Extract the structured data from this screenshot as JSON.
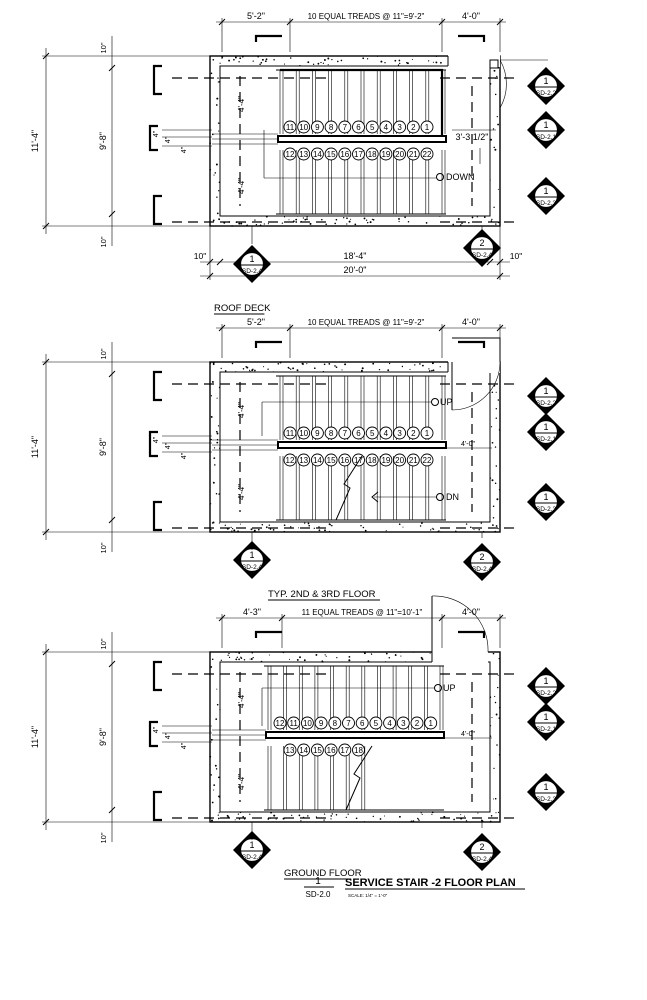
{
  "sheet": {
    "title_number": "1",
    "title_sheet": "SD-2.0",
    "title": "SERVICE STAIR -2 FLOOR PLAN",
    "scale": "SCALE: 1/4\" = 1'-0\""
  },
  "plans": [
    {
      "id": "roof",
      "label": "ROOF DECK",
      "dims": {
        "top_left": "5'-2\"",
        "top_mid": "10 EQUAL TREADS @ 11\"=9'-2\"",
        "top_right": "4'-0\"",
        "overall_h": "11'-4\"",
        "inner_h": "9'-8\"",
        "top_10": "10\"",
        "bot_10": "10\"",
        "run_up": "4'-4\"",
        "run_dn": "4'-4\"",
        "gap_a": "4\"",
        "gap_b": "4\"",
        "gap_c": "4\"",
        "bot_left": "10\"",
        "bot_mid": "18'-4\"",
        "bot_right": "10\"",
        "overall_w": "20'-0\"",
        "landing": "3'-3 1/2\""
      },
      "upper_steps": [
        "11",
        "10",
        "9",
        "8",
        "7",
        "6",
        "5",
        "4",
        "3",
        "2",
        "1"
      ],
      "lower_steps": [
        "12",
        "13",
        "14",
        "15",
        "16",
        "17",
        "18",
        "19",
        "20",
        "21",
        "22"
      ],
      "note": "DOWN",
      "tags": [
        {
          "num": "1",
          "ref": "SD-2.2"
        },
        {
          "num": "1",
          "ref": "SD-2.1"
        },
        {
          "num": "1",
          "ref": "SD-2.3"
        },
        {
          "num": "2",
          "ref": "SD-2.4"
        },
        {
          "num": "1",
          "ref": "SD-2.4"
        }
      ]
    },
    {
      "id": "typ",
      "label": "TYP. 2ND & 3RD FLOOR",
      "dims": {
        "top_left": "5'-2\"",
        "top_mid": "10 EQUAL TREADS @ 11\"=9'-2\"",
        "top_right": "4'-0\"",
        "overall_h": "11'-4\"",
        "inner_h": "9'-8\"",
        "top_10": "10\"",
        "bot_10": "10\"",
        "run_up": "4'-4\"",
        "run_dn": "4'-4\"",
        "gap_a": "4\"",
        "gap_b": "4\"",
        "gap_c": "4\"",
        "landing": "4'-0\""
      },
      "upper_steps": [
        "11",
        "10",
        "9",
        "8",
        "7",
        "6",
        "5",
        "4",
        "3",
        "2",
        "1"
      ],
      "lower_steps": [
        "12",
        "13",
        "14",
        "15",
        "16",
        "17",
        "18",
        "19",
        "20",
        "21",
        "22"
      ],
      "note_up": "UP",
      "note": "DN",
      "tags": [
        {
          "num": "1",
          "ref": "SD-2.2"
        },
        {
          "num": "1",
          "ref": "SD-2.1"
        },
        {
          "num": "1",
          "ref": "SD-2.3"
        },
        {
          "num": "2",
          "ref": "SD-2.4"
        },
        {
          "num": "1",
          "ref": "SD-2.4"
        }
      ]
    },
    {
      "id": "ground",
      "label": "GROUND FLOOR",
      "dims": {
        "top_left": "4'-3\"",
        "top_mid": "11 EQUAL TREADS @ 11\"=10'-1\"",
        "top_right": "4'-0\"",
        "overall_h": "11'-4\"",
        "inner_h": "9'-8\"",
        "top_10": "10\"",
        "bot_10": "10\"",
        "run_up": "4'-4\"",
        "run_dn": "4'-4\"",
        "gap_a": "4\"",
        "gap_b": "4\"",
        "gap_c": "4\"",
        "landing": "4'-0\""
      },
      "upper_steps": [
        "12",
        "11",
        "10",
        "9",
        "8",
        "7",
        "6",
        "5",
        "4",
        "3",
        "2",
        "1"
      ],
      "lower_steps": [
        "13",
        "14",
        "15",
        "16",
        "17",
        "18"
      ],
      "note_up": "UP",
      "tags": [
        {
          "num": "1",
          "ref": "SD-2.2"
        },
        {
          "num": "1",
          "ref": "SD-2.1"
        },
        {
          "num": "1",
          "ref": "SD-2.3"
        },
        {
          "num": "2",
          "ref": "SD-2.4"
        },
        {
          "num": "1",
          "ref": "SD-2.4"
        }
      ]
    }
  ]
}
